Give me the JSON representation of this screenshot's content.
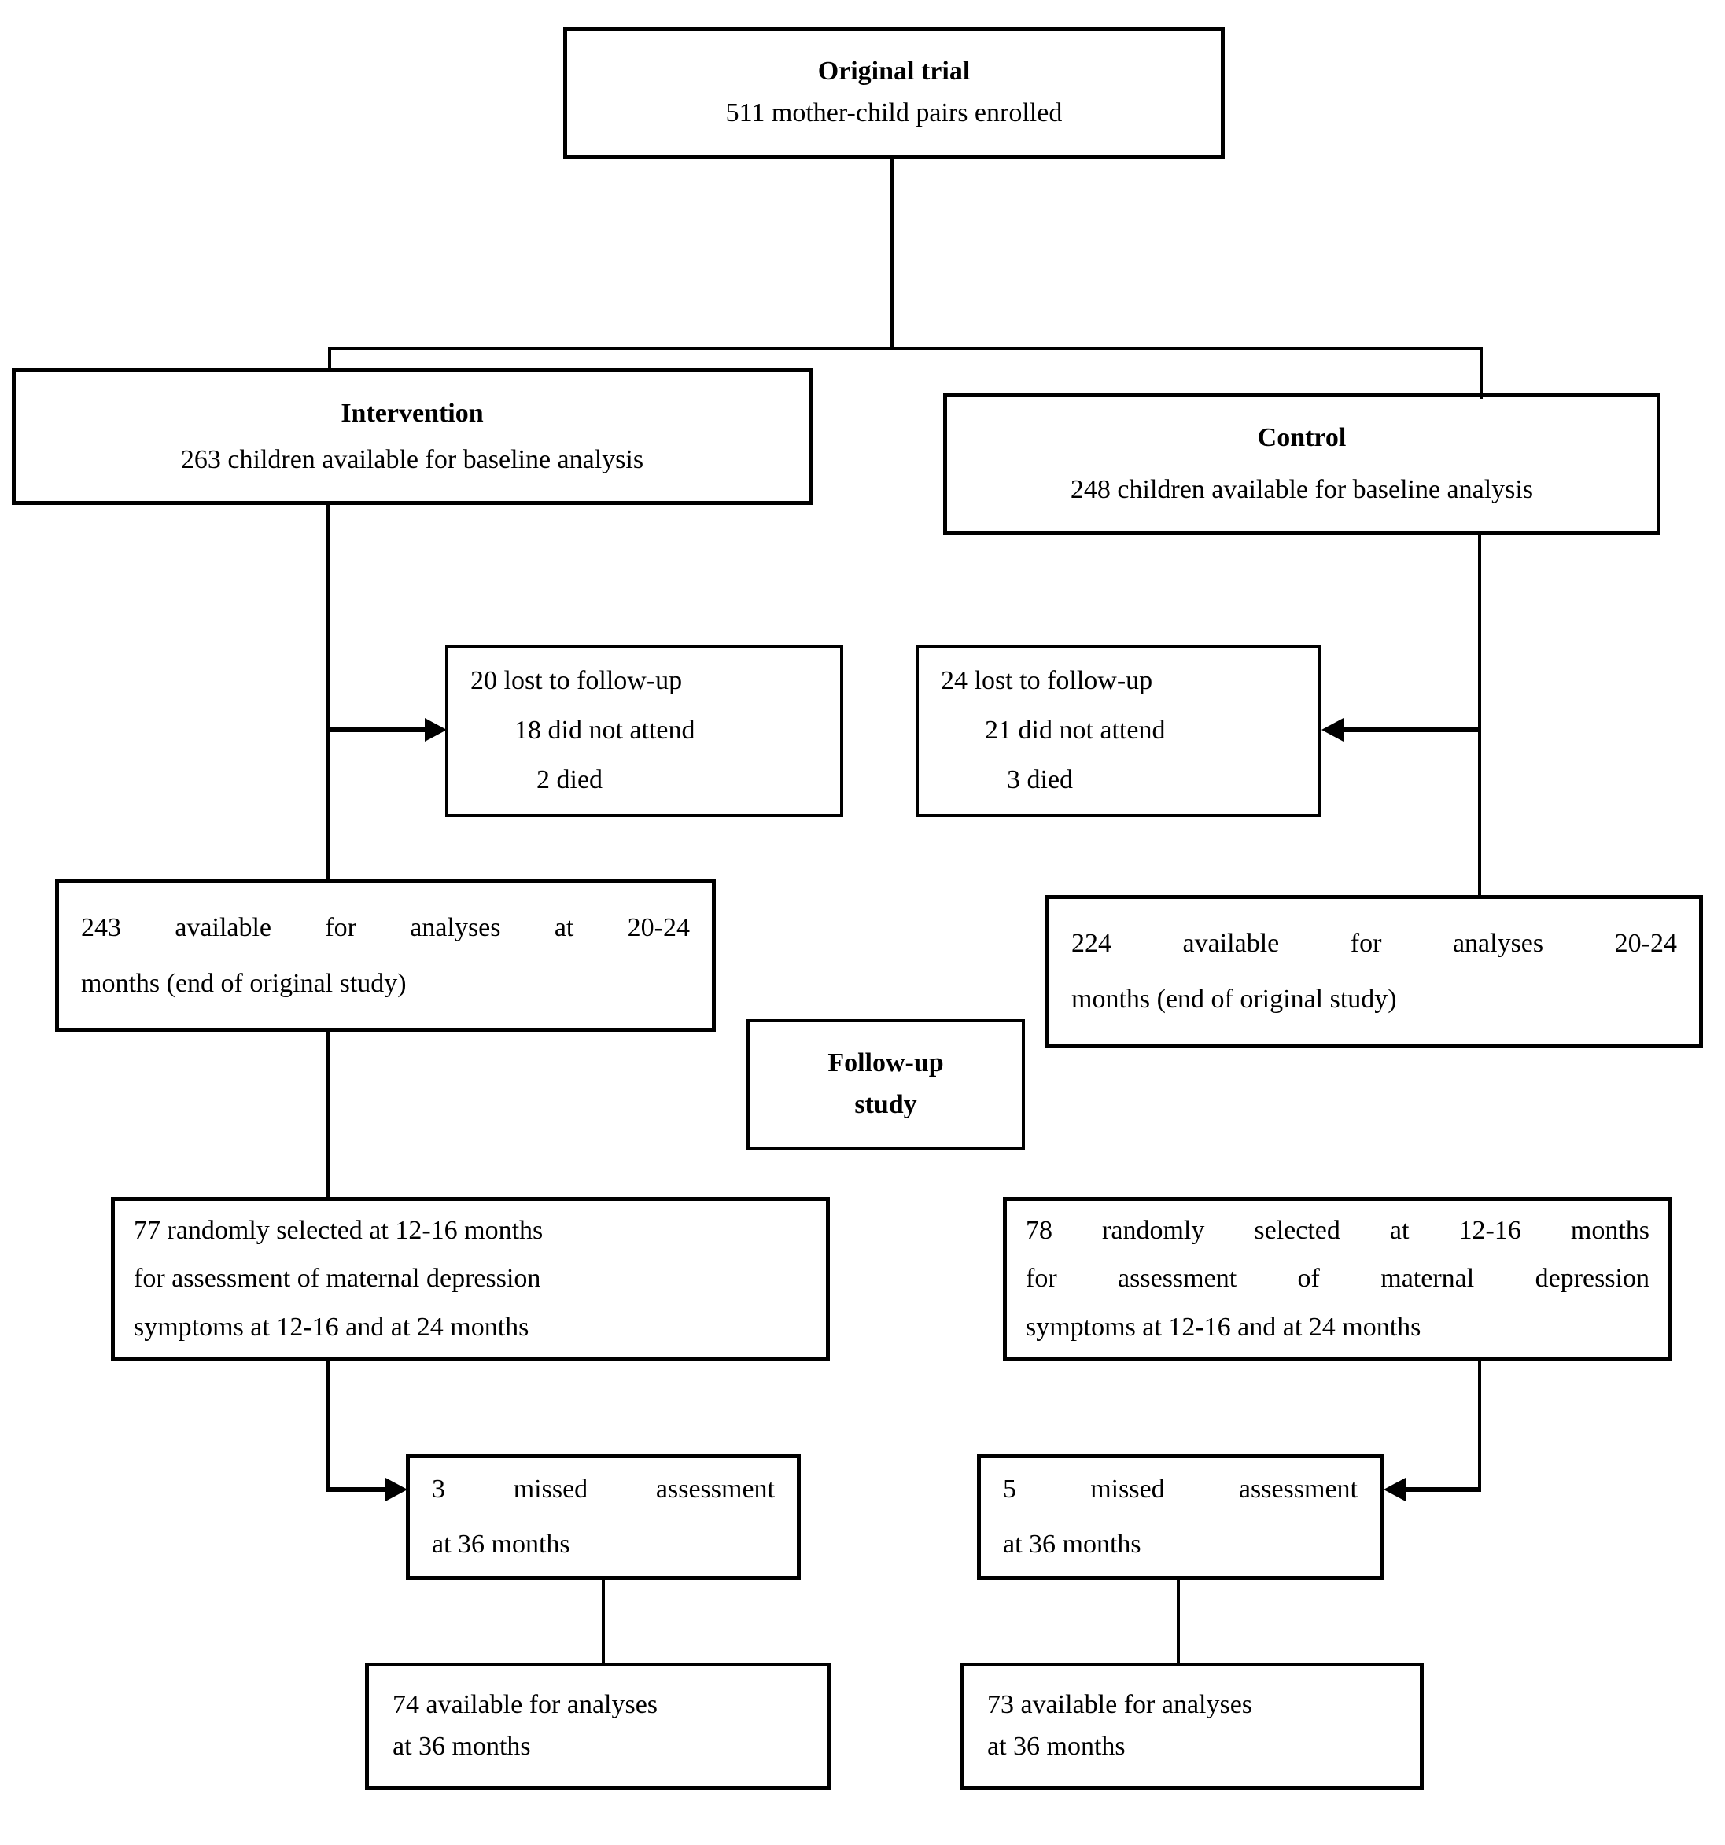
{
  "diagram": {
    "title_node": {
      "title": "Original trial",
      "subtitle": "511 mother-child pairs enrolled"
    },
    "arms": {
      "intervention": {
        "title": "Intervention",
        "subtitle": "263 children available for baseline analysis"
      },
      "control": {
        "title": "Control",
        "subtitle": "248 children available for baseline analysis"
      }
    },
    "lost_to_followup": {
      "intervention": {
        "lines": [
          "20 lost to follow-up",
          "18 did not attend",
          "2 died"
        ]
      },
      "control": {
        "lines": [
          "24 lost to follow-up",
          "21 did not attend",
          "3 died"
        ]
      }
    },
    "analyses_20_24": {
      "intervention": {
        "lines": [
          "243 available for analyses at 20-24",
          "months (end of original study)"
        ]
      },
      "control": {
        "lines": [
          "224 available for analyses 20-24",
          "months (end of original study)"
        ]
      }
    },
    "followup_label": {
      "lines": [
        "Follow-up",
        "study"
      ]
    },
    "randomly_selected": {
      "intervention": {
        "lines": [
          "77 randomly selected at 12-16 months",
          "for assessment of maternal depression",
          "symptoms at 12-16 and at 24 months"
        ]
      },
      "control": {
        "lines": [
          "78 randomly selected at 12-16 months",
          "for assessment of maternal depression",
          "symptoms at 12-16 and at 24 months"
        ]
      }
    },
    "missed_assessment": {
      "intervention": {
        "lines": [
          "3 missed assessment",
          "at 36 months"
        ]
      },
      "control": {
        "lines": [
          "5 missed assessment",
          "at 36 months"
        ]
      }
    },
    "analyses_36": {
      "intervention": {
        "lines": [
          "74 available for analyses",
          "at 36 months"
        ]
      },
      "control": {
        "lines": [
          "73 available for analyses",
          "at 36 months"
        ]
      }
    },
    "colors": {
      "line": "#000000",
      "border": "#000000",
      "background": "#ffffff",
      "text": "#000000"
    }
  }
}
